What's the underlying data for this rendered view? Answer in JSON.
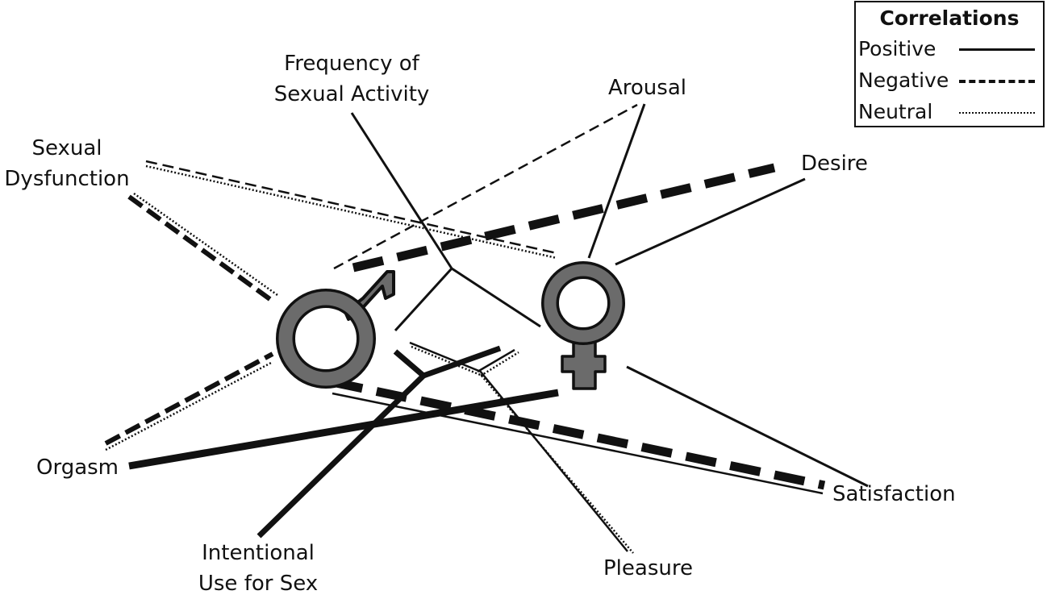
{
  "legend": {
    "title": "Correlations",
    "positive_label": "Positive",
    "negative_label": "Negative",
    "neutral_label": "Neutral"
  },
  "nodes": {
    "frequency": [
      "Frequency of",
      "Sexual Activity"
    ],
    "arousal": "Arousal",
    "desire": "Desire",
    "sexual_dysfunction": [
      "Sexual",
      "Dysfunction"
    ],
    "orgasm": "Orgasm",
    "satisfaction": "Satisfaction",
    "intentional_use": [
      "Intentional",
      "Use for Sex"
    ],
    "pleasure": "Pleasure"
  },
  "symbols": {
    "male": "male-symbol",
    "female": "female-symbol"
  },
  "colors": {
    "symbol_fill": "#6b6b6b",
    "line": "#111111",
    "background": "#ffffff"
  },
  "correlations": [
    {
      "from": "Frequency of Sexual Activity",
      "to": "Male",
      "type": "positive"
    },
    {
      "from": "Frequency of Sexual Activity",
      "to": "Female",
      "type": "positive"
    },
    {
      "from": "Arousal",
      "to": "Male",
      "type": "negative"
    },
    {
      "from": "Arousal",
      "to": "Female",
      "type": "positive"
    },
    {
      "from": "Desire",
      "to": "Male",
      "type": "negative"
    },
    {
      "from": "Desire",
      "to": "Female",
      "type": "positive"
    },
    {
      "from": "Sexual Dysfunction",
      "to": "Male",
      "type": "negative"
    },
    {
      "from": "Sexual Dysfunction",
      "to": "Female",
      "type": "negative/neutral"
    },
    {
      "from": "Orgasm",
      "to": "Male",
      "type": "negative/neutral"
    },
    {
      "from": "Orgasm",
      "to": "Female",
      "type": "positive"
    },
    {
      "from": "Satisfaction",
      "to": "Male",
      "type": "negative/positive"
    },
    {
      "from": "Satisfaction",
      "to": "Female",
      "type": "positive"
    },
    {
      "from": "Intentional Use for Sex",
      "to": "Male",
      "type": "positive"
    },
    {
      "from": "Intentional Use for Sex",
      "to": "Female",
      "type": "positive"
    },
    {
      "from": "Pleasure",
      "to": "Male",
      "type": "neutral"
    },
    {
      "from": "Pleasure",
      "to": "Female",
      "type": "positive/neutral"
    }
  ]
}
